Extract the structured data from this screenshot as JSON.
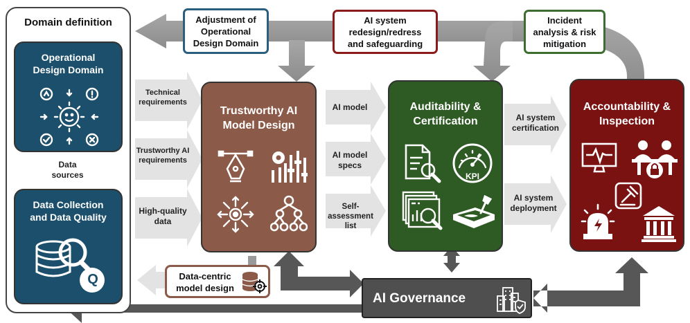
{
  "domain_definition": {
    "title": "Domain definition"
  },
  "odd": {
    "title_line1": "Operational",
    "title_line2": "Design Domain"
  },
  "data_sources": {
    "line1": "Data",
    "line2": "sources"
  },
  "dcq": {
    "title_line1": "Data Collection",
    "title_line2": "and Data Quality",
    "q_letter": "Q"
  },
  "requirements": [
    {
      "line1": "Technical",
      "line2": "requirements"
    },
    {
      "line1": "Trustworthy AI",
      "line2": "requirements"
    },
    {
      "line1": "High-quality",
      "line2": "data"
    }
  ],
  "model_design": {
    "title_line1": "Trustworthy AI",
    "title_line2": "Model Design"
  },
  "model_outputs": [
    {
      "line1": "AI model",
      "line2": ""
    },
    {
      "line1": "AI model",
      "line2": "specs"
    },
    {
      "line1": "Self-",
      "line2": "assessment",
      "line3": "list"
    }
  ],
  "auditability": {
    "title_line1": "Auditability &",
    "title_line2": "Certification",
    "kpi": "KPI"
  },
  "system_outputs": [
    {
      "line1": "AI system",
      "line2": "certification"
    },
    {
      "line1": "AI system",
      "line2": "deployment"
    }
  ],
  "accountability": {
    "title_line1": "Accountability &",
    "title_line2": "Inspection"
  },
  "feedback": [
    {
      "line1": "Adjustment of",
      "line2": "Operational",
      "line3": "Design Domain",
      "border": "#2b5f7e"
    },
    {
      "line1": "AI system",
      "line2": "redesign/redress",
      "line3": "and safeguarding",
      "border": "#8b1a1a"
    },
    {
      "line1": "Incident",
      "line2": "analysis & risk",
      "line3": "mitigation",
      "border": "#3c6e2f"
    }
  ],
  "data_centric": {
    "line1": "Data-centric",
    "line2": "model design"
  },
  "governance": {
    "title": "AI Governance"
  },
  "colors": {
    "odd_blue": "#1b4f6b",
    "model_brown": "#8c5a48",
    "audit_green": "#2e5a24",
    "account_red": "#7a1212",
    "governance_gray": "#4f4f4f",
    "arrow_gray": "#9a9a9a",
    "light_arrow": "#e3e3e3"
  },
  "icons": {
    "odd": "gear-with-arrows-icon",
    "dcq": "database-magnifier-icon",
    "model": [
      "pen-tool-icon",
      "settings-sliders-icon",
      "gear-network-icon",
      "hierarchy-icon"
    ],
    "audit": [
      "document-search-icon",
      "kpi-gauge-icon",
      "chart-magnifier-icon",
      "sandbox-icon"
    ],
    "account": [
      "monitor-heartbeat-icon",
      "meeting-lock-icon",
      "gavel-icon",
      "alarm-light-icon",
      "courthouse-icon"
    ],
    "governance": "buildings-shield-icon"
  }
}
